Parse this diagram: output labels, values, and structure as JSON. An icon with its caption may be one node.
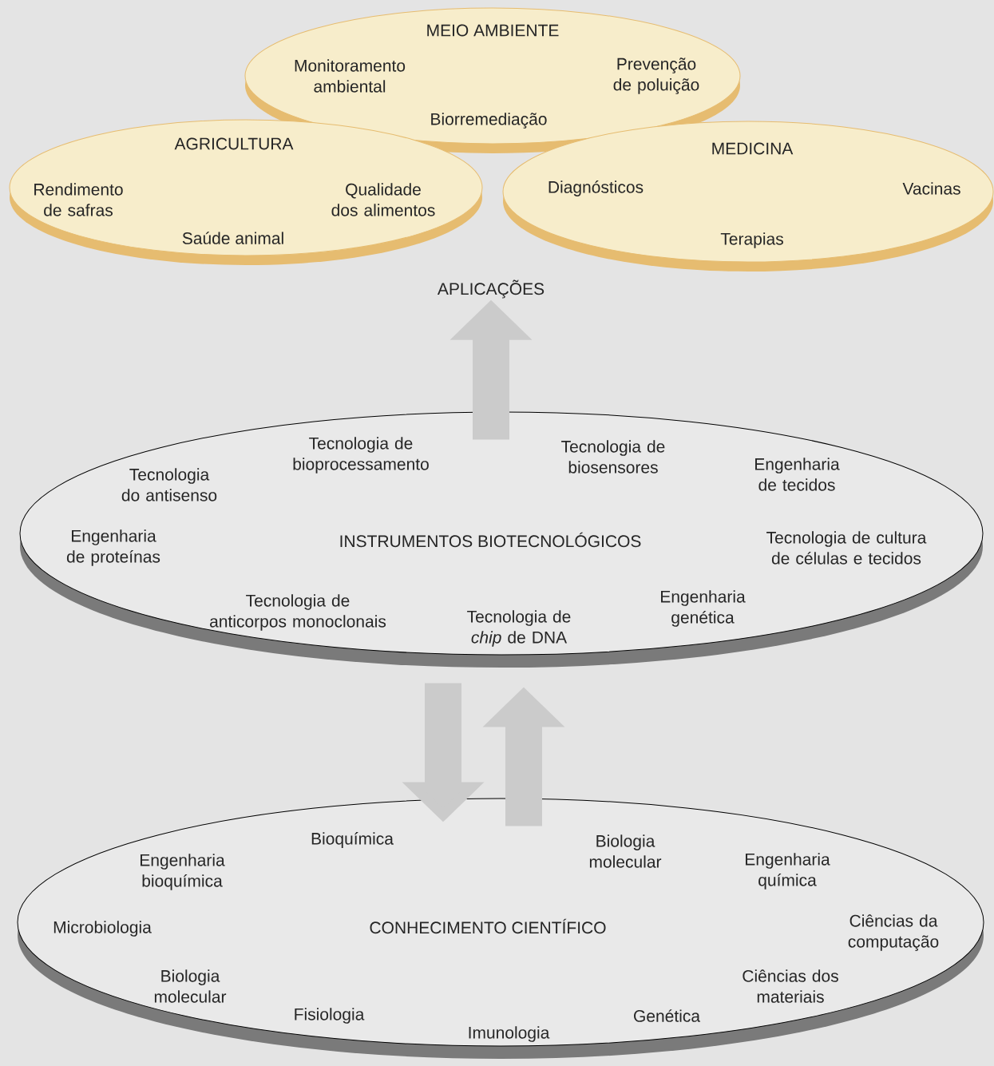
{
  "diagram": {
    "nodes": [
      {
        "text": [
          "MEIO AMBIENTE",
          "Monitoramento ambiental",
          "Prevenção de poluição",
          "Biorremediação"
        ]
      },
      {
        "text": [
          "AGRICULTURA",
          "Rendimento de safras",
          "Qualidade dos alimentos",
          "Saúde animal"
        ]
      },
      {
        "text": [
          "MEDICINA",
          "Diagnósticos",
          "Vacinas",
          "Terapias"
        ]
      },
      {
        "text": [
          "APLICAÇÕES"
        ]
      },
      {
        "text": [
          "INSTRUMENTOS BIOTECNOLÓGICOS",
          "Tecnologia do antisenso",
          "Tecnologia de bioprocessamento",
          "Tecnologia de biosensores",
          "Engenharia de tecidos",
          "Engenharia de proteínas",
          "Tecnologia de cultura de células e tecidos",
          "Tecnologia de anticorpos monoclonais",
          "Tecnologia de *chip* de DNA",
          "Engenharia genética"
        ]
      },
      {
        "text": [
          "CONHECIMENTO CIENTÍFICO",
          "Engenharia bioquímica",
          "Bioquímica",
          "Biologia molecular",
          "Engenharia química",
          "Microbiologia",
          "Ciências da computação",
          "Biologia molecular",
          "Ciências dos materiais",
          "Fisiologia",
          "Imunologia",
          "Genética"
        ]
      }
    ],
    "edges": [
      {
        "from": 4,
        "to": 3,
        "arrow": "to"
      },
      {
        "from": 4,
        "to": 5,
        "arrow": "to"
      },
      {
        "from": 5,
        "to": 4,
        "arrow": "to"
      }
    ]
  }
}
